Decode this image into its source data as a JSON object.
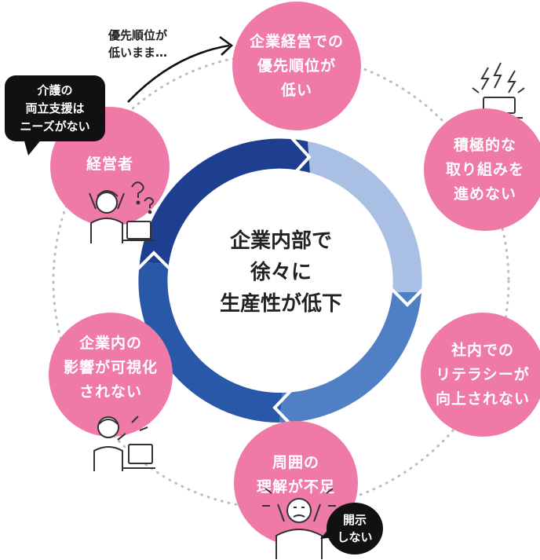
{
  "center": {
    "text": "企業内部で\n徐々に\n生産性が低下"
  },
  "nodes": [
    {
      "id": "top",
      "label": "企業経営での\n優先順位が\n低い"
    },
    {
      "id": "upper-right",
      "label": "積極的な\n取り組みを\n進めない"
    },
    {
      "id": "lower-right",
      "label": "社内での\nリテラシーが\n向上されない"
    },
    {
      "id": "bottom",
      "label": "周囲の\n理解が不足"
    },
    {
      "id": "lower-left",
      "label": "企業内の\n影響が可視化\nされない"
    },
    {
      "id": "upper-left",
      "label": "経営者"
    }
  ],
  "bubbles": {
    "care": "介護の\n両立支援は\nニーズがない",
    "disclose": "開示\nしない"
  },
  "arrow_note": "優先順位が\n低いまま…",
  "colors": {
    "node": "#ef7aa7",
    "ring_dark": "#1e3f8f",
    "ring_light": "#b9cbe8",
    "dots": "#bdbdbd",
    "bubble": "#111111"
  },
  "icons": [
    "question-marks-icon",
    "lightning-icon",
    "confused-person-icon",
    "worried-person-icon",
    "stressed-person-icon"
  ]
}
